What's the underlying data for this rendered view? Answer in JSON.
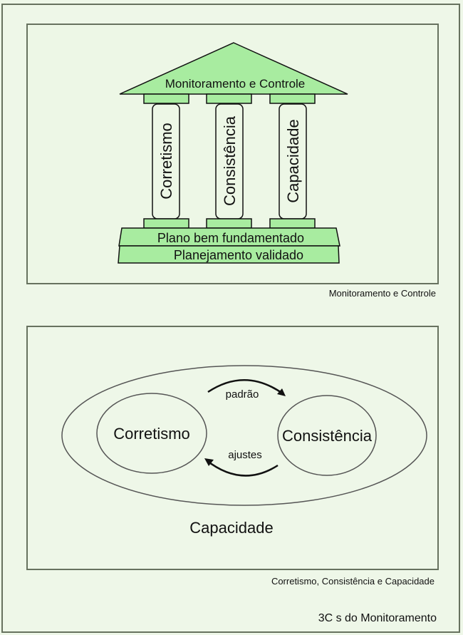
{
  "top_panel": {
    "roof_label": "Monitoramento e Controle",
    "pillars": [
      "Corretismo",
      "Consistência",
      "Capacidade"
    ],
    "base_upper": "Plano bem fundamentado",
    "base_lower": "Planejamento validado",
    "caption": "Monitoramento e Controle"
  },
  "bottom_panel": {
    "left_ellipse": "Corretismo",
    "right_ellipse": "Consistência",
    "arrow_top": "padrão",
    "arrow_bottom": "ajustes",
    "outer_label": "Capacidade",
    "caption": "Corretismo, Consistência e Capacidade"
  },
  "footer_title": "3C s do Monitoramento",
  "colors": {
    "fill_green": "#a8eca0",
    "border": "#67725f",
    "background": "#eef7e8"
  }
}
